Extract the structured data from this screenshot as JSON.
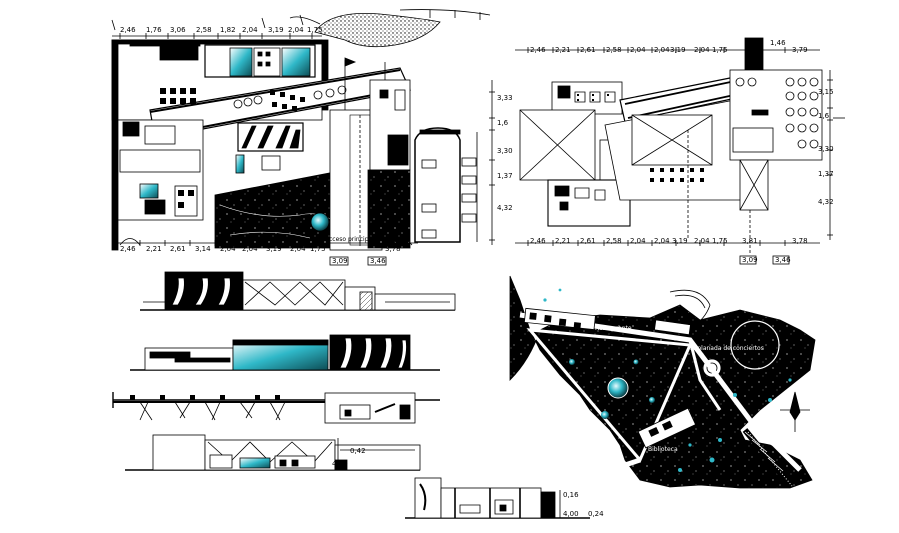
{
  "colors": {
    "ink": "#000000",
    "paper": "#ffffff",
    "cyan": "#2fb8c8",
    "teal": "#0f8a93"
  },
  "plan_ground": {
    "top_dims": [
      "2,46",
      "1,76",
      "3,06",
      "2,58",
      "1,82",
      "2,04",
      "3,19",
      "2,04",
      "1,75"
    ],
    "bottom_dims": [
      "2,46",
      "2,21",
      "2,61",
      "3,14",
      "2,04",
      "2,04",
      "3,19",
      "2,04",
      "1,75",
      "3,78"
    ],
    "side_dims": [
      "3,33",
      "1,6",
      "3,30",
      "1,37",
      "4,32"
    ],
    "bottom_extra": [
      "3,09",
      "3,46"
    ],
    "access_label": "Acceso principal"
  },
  "plan_upper": {
    "top_dims": [
      "2,46",
      "2,21",
      "2,61",
      "2,58",
      "2,04",
      "2,04",
      "3,19",
      "2,04",
      "1,75",
      "3,79"
    ],
    "top_extra": "1,46",
    "bottom_dims": [
      "2,46",
      "2,21",
      "2,61",
      "2,58",
      "2,04",
      "2,04",
      "3,19",
      "2,04",
      "1,75",
      "3,81",
      "3,78"
    ],
    "side_dims": [
      "3,15",
      "1,6",
      "3,30",
      "1,37",
      "4,32"
    ],
    "bottom_extra": [
      "3,09",
      "3,46"
    ]
  },
  "sections": {
    "s4_dims": [
      "0,42",
      "4,00"
    ],
    "s5_dims": [
      "0,16",
      "4,00",
      "0,24"
    ]
  },
  "site_plan": {
    "label_center": "Explanada de conciertos",
    "label_top": "Restaurante",
    "label_bottom": "Biblioteca"
  }
}
